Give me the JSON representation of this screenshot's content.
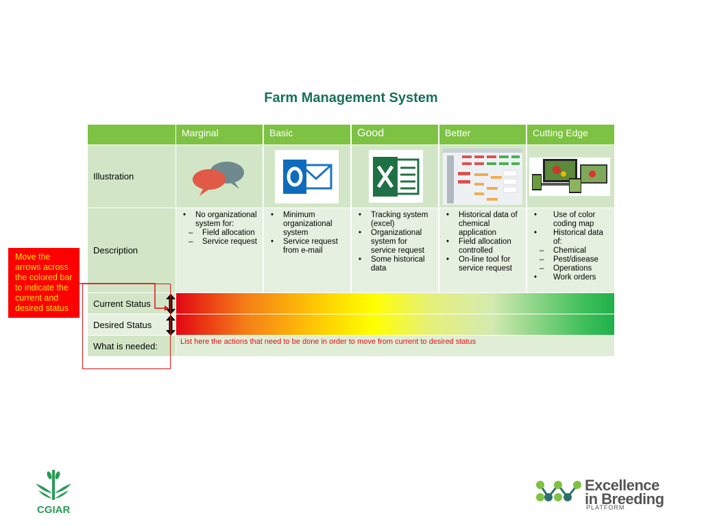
{
  "title": "Farm Management System",
  "header": {
    "columns": [
      "Marginal",
      "Basic",
      "Good",
      "Better",
      "Cutting Edge"
    ]
  },
  "rows": {
    "illustration": "Illustration",
    "description": "Description",
    "current_status": "Current Status",
    "desired_status": "Desired Status",
    "what_is_needed": "What is needed:"
  },
  "descriptions": {
    "marginal": {
      "bullets": [
        "No organizational system for:"
      ],
      "dashes": [
        "Field allocation",
        "Service request"
      ]
    },
    "basic": [
      "Minimum organizational system",
      "Service request from e-mail"
    ],
    "good": [
      "Tracking system (excel)",
      "Organizational system for service request",
      "Some historical data"
    ],
    "better": [
      "Historical data of chemical application",
      "Field allocation controlled",
      "On-line tool for service request"
    ],
    "cutting_edge": {
      "b1": "Use of color coding map",
      "b2": "Historical data of:",
      "dashes": [
        "Chemical",
        "Pest/disease",
        "Operations"
      ],
      "b3": "Work orders"
    }
  },
  "needed_text": "List here the actions that need to be done in order to move from current to desired status",
  "note": "Move the arrows across the colored bar to indicate the current and desired status",
  "logos": {
    "cgiar": "CGIAR",
    "eib_line1": "Excellence",
    "eib_line2": "in Breeding",
    "eib_line3": "PLATFORM"
  },
  "colors": {
    "header_green": "#7dc242",
    "title_green": "#17705a",
    "row_light": "#d2e6c7",
    "row_lighter": "#e6f0e0",
    "note_red": "#ff0000",
    "note_text": "#ffe600"
  },
  "icons": [
    "chat-bubbles-icon",
    "outlook-icon",
    "excel-icon",
    "dashboard-screenshot",
    "devices-map-icon",
    "up-down-arrow-icon"
  ]
}
